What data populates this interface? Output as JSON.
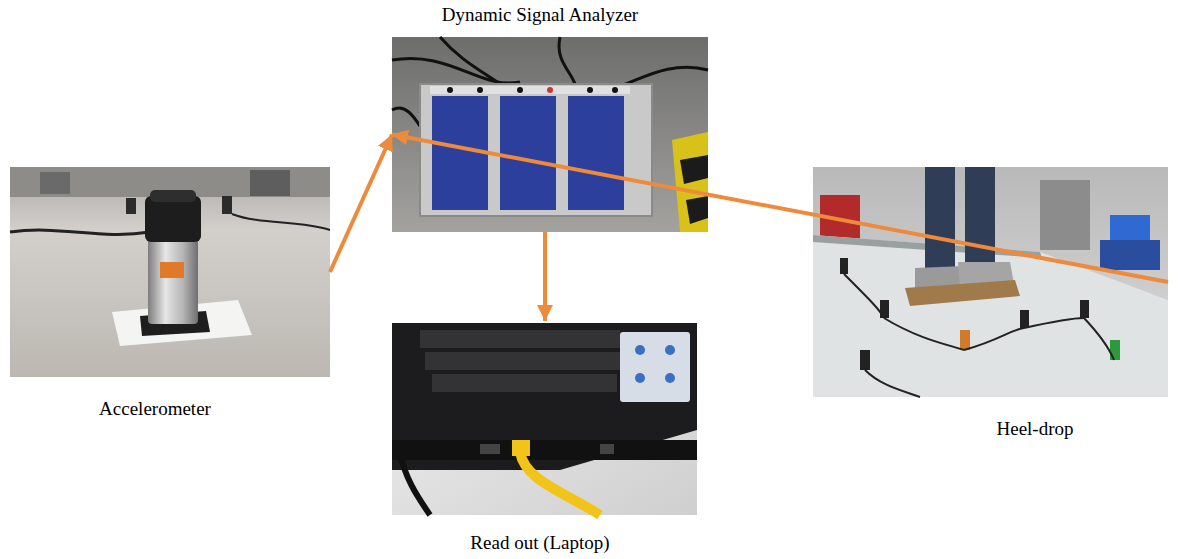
{
  "diagram": {
    "nodes": [
      {
        "text": [
          "Accelerometer"
        ]
      },
      {
        "text": [
          "Dynamic Signal Analyzer"
        ]
      },
      {
        "text": [
          "Read out (Laptop)"
        ]
      },
      {
        "text": [
          "Heel-drop"
        ]
      }
    ],
    "edges": [
      {
        "from": 0,
        "to": 1,
        "arrow": "to"
      },
      {
        "from": 3,
        "to": 1,
        "arrow": "to"
      },
      {
        "from": 1,
        "to": 2,
        "arrow": "to"
      }
    ]
  }
}
